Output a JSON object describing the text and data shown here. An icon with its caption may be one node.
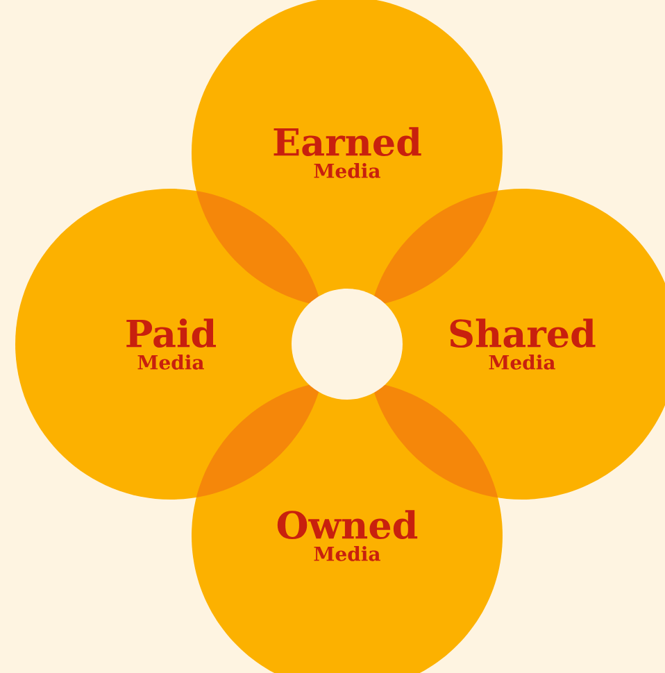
{
  "diagram": {
    "nodes": [
      {
        "text": [
          "Earned",
          "Media"
        ]
      },
      {
        "text": [
          "Paid",
          "Media"
        ]
      },
      {
        "text": [
          "Shared",
          "Media"
        ]
      },
      {
        "text": [
          "Owned",
          "Media"
        ]
      },
      {
        "text": [],
        "shape": "circle"
      }
    ]
  }
}
